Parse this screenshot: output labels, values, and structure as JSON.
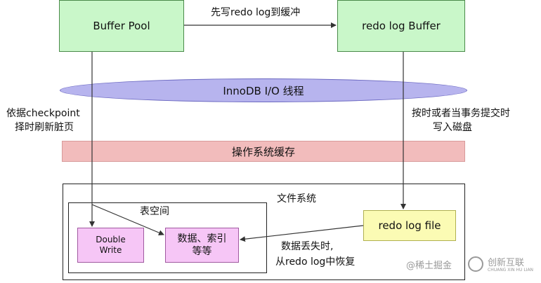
{
  "nodes": {
    "buffer_pool": "Buffer Pool",
    "redo_log_buffer": "redo log Buffer",
    "innodb_io": "InnoDB I/O 线程",
    "os_cache": "操作系统缓存",
    "file_system": "文件系统",
    "tablespace": "表空间",
    "double_write_line1": "Double",
    "double_write_line2": "Write",
    "data_index_line1": "数据、索引",
    "data_index_line2": "等等",
    "redo_log_file": "redo log file"
  },
  "edges": {
    "write_redo_first": "先写redo log到缓冲",
    "checkpoint_line1": "依据checkpoint",
    "checkpoint_line2": "择时刷新脏页",
    "commit_line1": "按时或者当事务提交时",
    "commit_line2": "写入磁盘",
    "recover_line1": "数据丢失时,",
    "recover_line2": "从redo log中恢复"
  },
  "watermarks": {
    "juejin": "@稀土掘金",
    "logo_cn": "创新互联",
    "logo_en": "CHUANG XIN HU LIAN"
  },
  "colors": {
    "green_box": "#c9f7c9",
    "ellipse": "#b7b4ee",
    "os_bar": "#f2bcbc",
    "pink_box": "#f6c6f6",
    "yellow_box": "#fbfbb4"
  }
}
